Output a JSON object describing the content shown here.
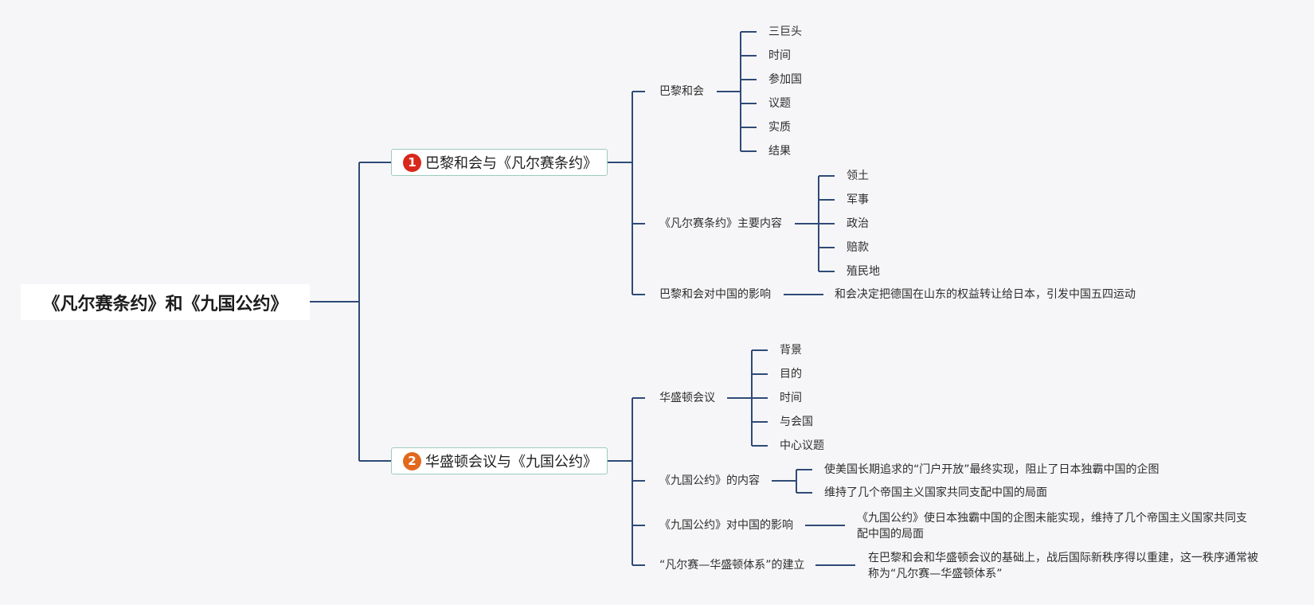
{
  "root": "《凡尔赛条约》和《九国公约》",
  "branch1": {
    "num": "1",
    "title": "巴黎和会与《凡尔赛条约》",
    "paris": {
      "label": "巴黎和会",
      "items": [
        "三巨头",
        "时间",
        "参加国",
        "议题",
        "实质",
        "结果"
      ]
    },
    "versailles": {
      "label": "《凡尔赛条约》主要内容",
      "items": [
        "领土",
        "军事",
        "政治",
        "赔款",
        "殖民地"
      ]
    },
    "impact": {
      "label": "巴黎和会对中国的影响",
      "detail": "和会决定把德国在山东的权益转让给日本，引发中国五四运动"
    }
  },
  "branch2": {
    "num": "2",
    "title": "华盛顿会议与《九国公约》",
    "washington": {
      "label": "华盛顿会议",
      "items": [
        "背景",
        "目的",
        "时间",
        "与会国",
        "中心议题"
      ]
    },
    "content": {
      "label": "《九国公约》的内容",
      "items": [
        "使美国长期追求的“门户开放”最终实现，阻止了日本独霸中国的企图",
        "维持了几个帝国主义国家共同支配中国的局面"
      ]
    },
    "impact": {
      "label": "《九国公约》对中国的影响",
      "detail": "《九国公约》使日本独霸中国的企图未能实现，维持了几个帝国主义国家共同支配中国的局面"
    },
    "system": {
      "label": "“凡尔赛—华盛顿体系”的建立",
      "detail": "在巴黎和会和华盛顿会议的基础上，战后国际新秩序得以重建，这一秩序通常被称为“凡尔赛—华盛顿体系”"
    }
  },
  "colors": {
    "line": "#2f4a77",
    "badge1": "#d8281c",
    "badge2": "#e2681d",
    "branch_border": "#9ccbbb"
  }
}
